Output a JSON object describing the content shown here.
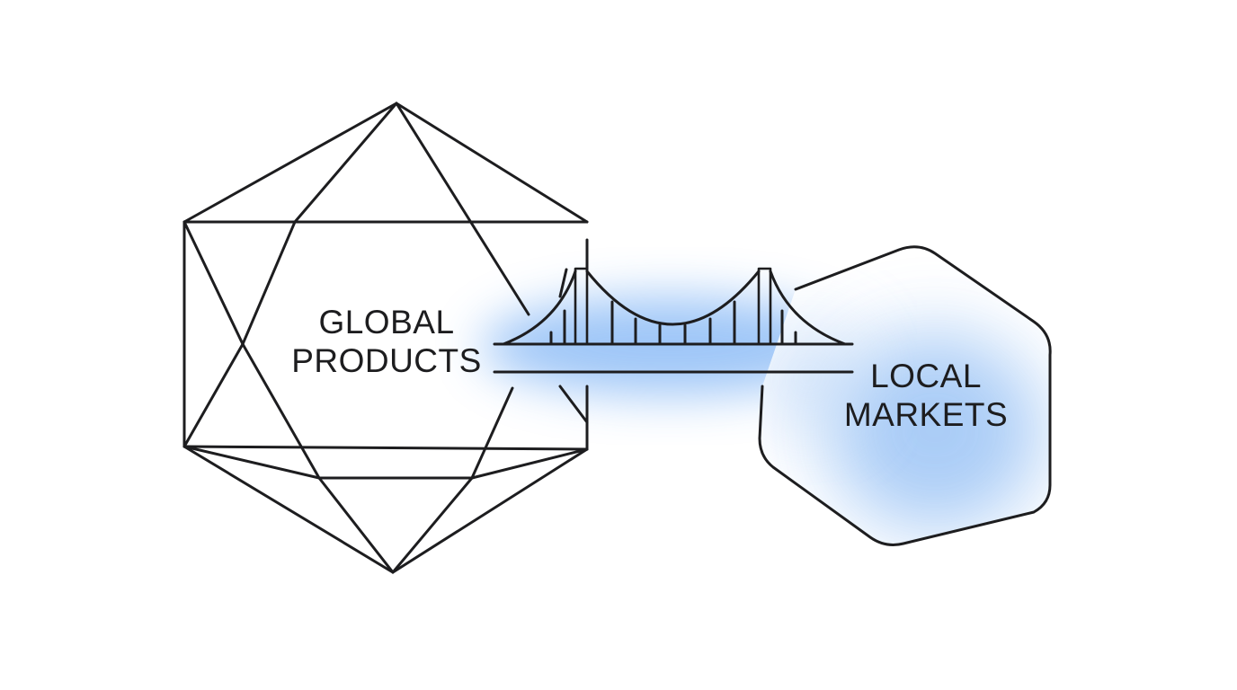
{
  "diagram": {
    "left_node": {
      "shape": "icosahedron-wireframe",
      "label_lines": [
        "GLOBAL",
        "PRODUCTS"
      ]
    },
    "right_node": {
      "shape": "rounded-polygon-blob",
      "label_lines": [
        "LOCAL",
        "MARKETS"
      ]
    },
    "connector": {
      "shape": "suspension-bridge-icon"
    }
  },
  "colors": {
    "line": "#1d1d1f",
    "glow": "#7fb4f5",
    "fill_highlight": "#cfe1fa",
    "background": "#ffffff"
  }
}
